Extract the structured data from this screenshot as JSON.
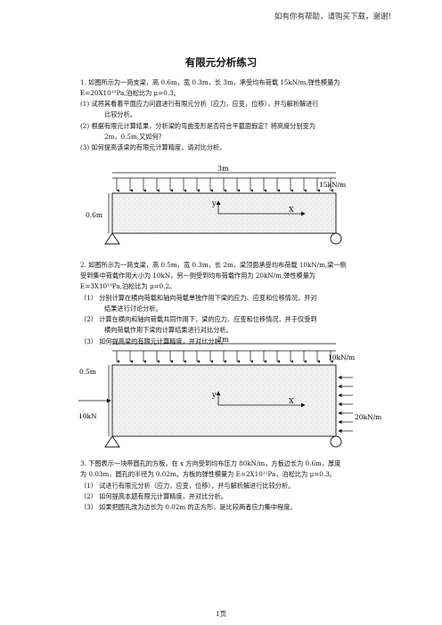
{
  "header_note": "如有你有帮助，请购买下载，谢谢！",
  "title": "有限元分析练习",
  "problem1": {
    "lines": [
      "1.   如图所示为一简支梁，高 0.6m，宽 0.3m，长 3m，承受均布荷载 15kN/m,弹性模量为",
      "E=20X10¹⁰Pa,泊松比为 μ=0.3。",
      "(1)    试将其看着平面应力问题进行有限元分析（应力，应变，位移），并与解析解进行",
      "比较分析。",
      "(2)    根据有限元计算结果，分析梁的弯曲变形是否符合平截面假定？将高度分别变为",
      "2m，0.5m,又如何？",
      "(3)    如何提高该梁的有限元计算精度，请对比分析。"
    ],
    "figure": {
      "length_label": "3m",
      "load_label": "15kN/m",
      "height_label": "0.6m",
      "y_axis": "y",
      "x_axis": "X"
    }
  },
  "problem2": {
    "lines": [
      "2.   如图所示为一简支梁，高 0.5m，宽 0.3m，长 2m，梁顶面承受均布荷载 10kN/m,梁一侧",
      "受到集中荷载作用大小为  10kN，另一侧受到均布荷载作用为  20kN/m,弹性模量为",
      "E=3X10¹⁰Pa,泊松比为 μ=0.2。",
      "（1）   分别计算在横向荷载和轴向荷载单独作用下梁的应力、应变和位移情况，并对",
      "结果进行讨论分析。",
      "（2）   计算在横向和轴向荷载共同作用下，梁的应力、应变和位移情况，并于仅受到",
      "横向荷载作用下梁的计算结果进行对比分析。",
      "（3）   如何提高梁的有限元计算精度，并对比分析。"
    ],
    "figure": {
      "length_label": "2m",
      "load_label": "10kN/m",
      "height_label": "0.5m",
      "point_load_label": "10kN",
      "side_load_label": "20kN/m",
      "y_axis": "y",
      "x_axis": "X"
    }
  },
  "problem3": {
    "lines": [
      "3.   下图表示一块带圆孔的方板，在 x 方向受到均布压力 80kN/m，方板边长为 0.6m，厚度",
      "为 0.03m，圆孔的半径为 0.02m。方板的弹性模量为 E=2X10¹¹Pa，泊松比为 μ=0.3。",
      "（1）   试进行有限元分析（应力，应变，位移），并与解析解进行比较分析。",
      "（2）   如何提高本题有限元计算精度，并对比分析。",
      "（3）   如果把圆孔改为边长为 0.02m 的正方形，是比较两者应力集中程度。"
    ]
  },
  "footer": "1页"
}
